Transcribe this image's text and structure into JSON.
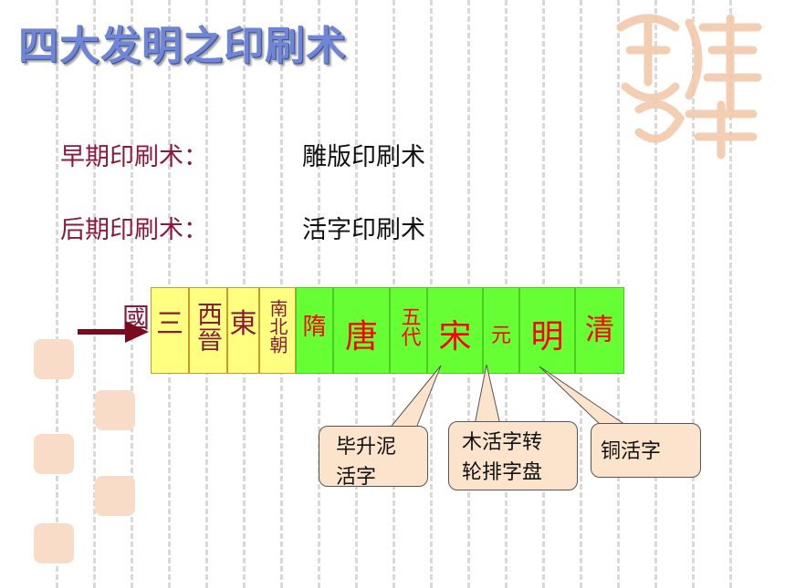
{
  "title": "四大发明之印刷术",
  "rows": [
    {
      "label": "早期印刷术：",
      "value": "雕版印刷术"
    },
    {
      "label": "后期印刷术：",
      "value": "活字印刷术"
    }
  ],
  "timeline": {
    "start_label": "國",
    "dynasties": [
      "三",
      "西晉",
      "東",
      "南北朝",
      "隋",
      "唐",
      "五代",
      "宋",
      "元",
      "明",
      "清"
    ]
  },
  "callouts": {
    "song": [
      "毕升泥",
      "活字"
    ],
    "yuan": [
      "木活字转",
      "轮排字盘"
    ],
    "ming": [
      "铜活字"
    ]
  },
  "colors": {
    "title": "#6f86d6",
    "label": "#8b1a3a",
    "early_band": "#ffff80",
    "late_band": "#66ff33",
    "late_text": "#ff0000",
    "callout_bg": "#fbe3cc"
  }
}
